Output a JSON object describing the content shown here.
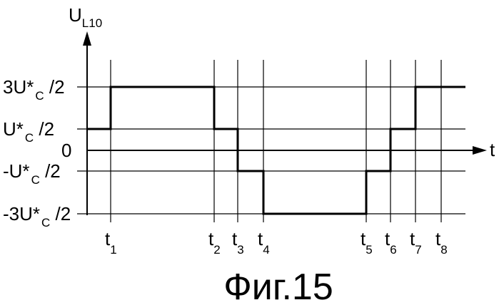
{
  "figure_caption": "Фиг.15",
  "axis": {
    "y_label": "U",
    "y_label_sub": "L10",
    "x_label": "t"
  },
  "y_levels": [
    {
      "key": "pos3",
      "value": 1.5,
      "pre": "3U*",
      "sub": "C",
      "post": " /2"
    },
    {
      "key": "pos1",
      "value": 0.5,
      "pre": "U*",
      "sub": "C",
      "post": " /2"
    },
    {
      "key": "zero",
      "value": 0,
      "pre": "0",
      "sub": "",
      "post": ""
    },
    {
      "key": "neg1",
      "value": -0.5,
      "pre": "-U*",
      "sub": "C",
      "post": " /2"
    },
    {
      "key": "neg3",
      "value": -1.5,
      "pre": "-3U*",
      "sub": "C",
      "post": " /2"
    }
  ],
  "time_marks": [
    {
      "name": "t",
      "sub": "1"
    },
    {
      "name": "t",
      "sub": "2"
    },
    {
      "name": "t",
      "sub": "3"
    },
    {
      "name": "t",
      "sub": "4"
    },
    {
      "name": "t",
      "sub": "5"
    },
    {
      "name": "t",
      "sub": "6"
    },
    {
      "name": "t",
      "sub": "7"
    },
    {
      "name": "t",
      "sub": "8"
    }
  ],
  "waveform": {
    "unit": "U*C",
    "segments": [
      {
        "from": "start",
        "to": "t1",
        "value": 0.5
      },
      {
        "from": "t1",
        "to": "t2",
        "value": 1.5
      },
      {
        "from": "t2",
        "to": "t3",
        "value": 0.5
      },
      {
        "from": "t3",
        "to": "t4",
        "value": -0.5
      },
      {
        "from": "t4",
        "to": "t5",
        "value": -1.5
      },
      {
        "from": "t5",
        "to": "t6",
        "value": -0.5
      },
      {
        "from": "t6",
        "to": "t7",
        "value": 0.5
      },
      {
        "from": "t7",
        "to": "end",
        "value": 1.5
      }
    ]
  }
}
